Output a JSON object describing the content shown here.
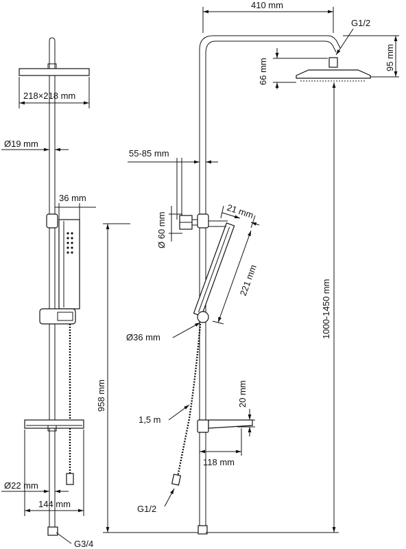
{
  "dimensions": {
    "top_width": "410 mm",
    "inlet_thread": "G1/2",
    "arm_height": "95 mm",
    "head_height": "66 mm",
    "head_size": "218×218 mm",
    "pipe_diameter": "Ø19 mm",
    "holder_range": "55-85 mm",
    "holder_diameter": "Ø 60 mm",
    "handset_width_front": "36 mm",
    "handset_width_side": "21 mm",
    "handset_length": "221 mm",
    "knob_diameter": "Ø36 mm",
    "overall_height": "958 mm",
    "adjustable_height": "1000-1450 mm",
    "shelf_height": "20 mm",
    "hose_length": "1,5 m",
    "shelf_depth": "118 mm",
    "lower_pipe_diameter": "Ø22 mm",
    "shelf_width": "144 mm",
    "hose_thread": "G1/2",
    "base_thread": "G3/4"
  }
}
